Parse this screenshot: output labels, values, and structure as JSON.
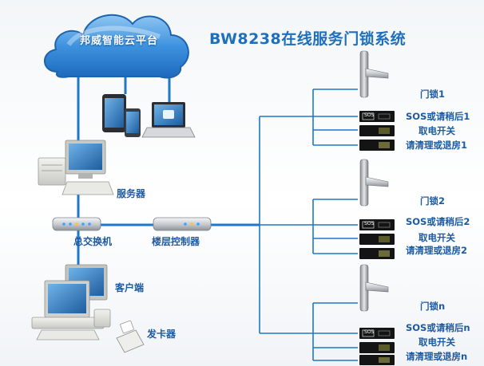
{
  "title": "BW8238在线服务门锁系统",
  "cloud_label": "邦威智能云平台",
  "devices": {
    "server": "服务器",
    "main_switch": "总交换机",
    "floor_controller": "楼层控制器",
    "client": "客户端",
    "card_issuer": "发卡器"
  },
  "lock_groups": [
    {
      "lock": "门锁1",
      "sos": "SOS或请稍后1",
      "power": "取电开关",
      "clean": "请清理或退房1"
    },
    {
      "lock": "门锁2",
      "sos": "SOS或请稍后2",
      "power": "取电开关",
      "clean": "请清理或退房2"
    },
    {
      "lock": "门锁n",
      "sos": "SOS或请稍后n",
      "power": "取电开关",
      "clean": "请清理或退房n"
    }
  ],
  "panel_text": "SOS",
  "colors": {
    "line": "#1d78c8",
    "cloud": "#2f86d6",
    "title": "#1e6fbd",
    "label": "#1e5aa0"
  }
}
